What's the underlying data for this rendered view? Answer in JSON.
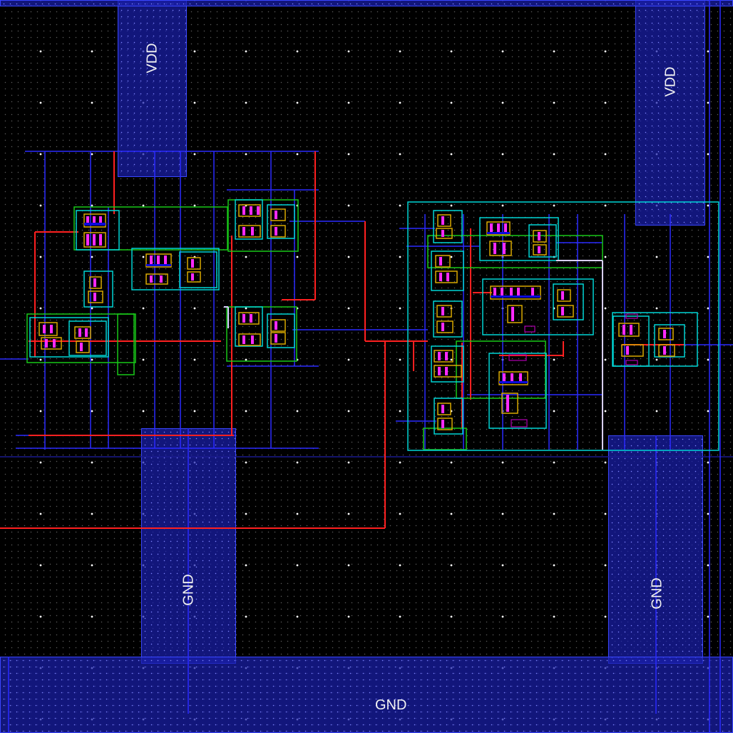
{
  "labels": {
    "vdd_left": "VDD",
    "vdd_right": "VDD",
    "gnd_left": "GND",
    "gnd_right": "GND",
    "gnd_bottom": "GND"
  },
  "colors": {
    "background": "#000000",
    "metal1": "#1c22b8",
    "metal2": "#ff1e1e",
    "cell_outline": "#00d6d6",
    "nwell": "#18c818",
    "poly": "#ff2aff",
    "diffusion": "#d8a800",
    "wire_white": "#d0d0ff"
  }
}
